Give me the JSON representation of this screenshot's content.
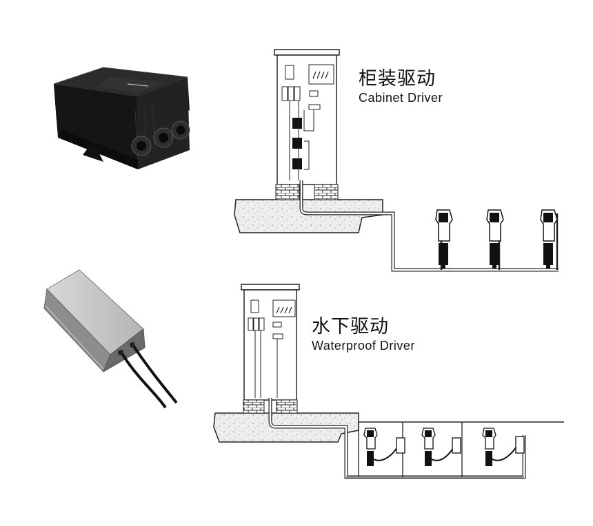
{
  "sections": [
    {
      "id": "cabinet",
      "title_cn": "柜装驱动",
      "title_en": "Cabinet Driver",
      "fixture_count": 3
    },
    {
      "id": "waterproof",
      "title_cn": "水下驱动",
      "title_en": "Waterproof Driver",
      "fixture_count": 3
    }
  ]
}
